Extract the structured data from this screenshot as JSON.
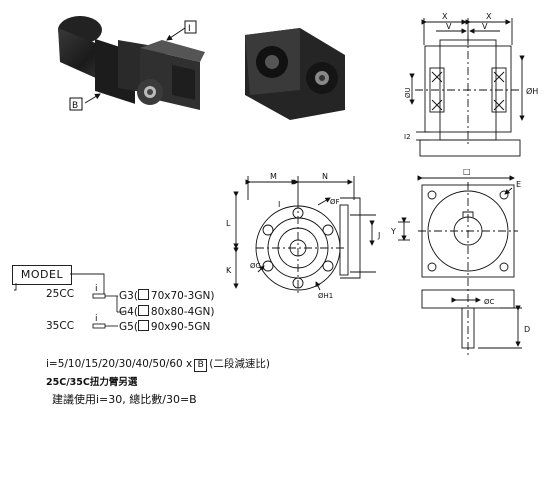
{
  "photo_labels": {
    "arrow_i": "I",
    "arrow_b": "B"
  },
  "dims_top": {
    "x1": "X",
    "x2": "X",
    "v1": "V",
    "v2": "V",
    "u": "ØU",
    "h": "ØH",
    "i2": "I2"
  },
  "dims_front": {
    "m": "M",
    "n": "N",
    "l": "L",
    "k": "K",
    "i": "I",
    "f": "ØF",
    "g": "ØG",
    "h1": "ØH1"
  },
  "dims_side": {
    "square": "□",
    "e": "E",
    "j": "J",
    "y": "Y",
    "c": "ØC",
    "d": "D"
  },
  "model": {
    "title": "MODEL",
    "row1_prefix": "25CC",
    "row2_prefix": "35CC",
    "i_label": "i",
    "g3": "G3(",
    "g3_spec": "70x70-3GN)",
    "g4": "G4(",
    "g4_spec": "80x80-4GN)",
    "g5": "G5(",
    "g5_spec": "90x90-5GN",
    "ratio_text": "i=5/10/15/20/30/40/50/60 x",
    "ratio_b": "B",
    "ratio_suffix": "(二段減速比)",
    "note1": "25C/35C扭力臂另選",
    "note2": "建議使用i=30, 總比數/30=B"
  }
}
